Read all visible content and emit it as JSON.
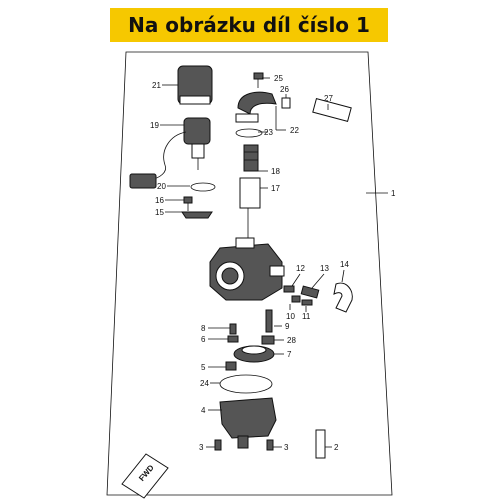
{
  "banner": {
    "text": "Na obrázku díl číslo 1"
  },
  "labels": [
    "1",
    "2",
    "3",
    "3",
    "4",
    "5",
    "6",
    "7",
    "8",
    "9",
    "10",
    "11",
    "12",
    "13",
    "14",
    "15",
    "16",
    "17",
    "18",
    "19",
    "20",
    "21",
    "22",
    "23",
    "24",
    "25",
    "26",
    "27",
    "28"
  ],
  "fwd_text": "FWD",
  "colors": {
    "banner": "#f6c800",
    "ink": "#111111"
  }
}
